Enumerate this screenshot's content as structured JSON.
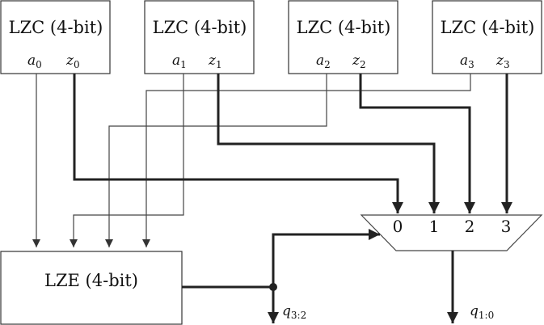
{
  "lzc_blocks": [
    {
      "title": "LZC (4-bit)",
      "a_sym": "a",
      "a_idx": "0",
      "z_sym": "z",
      "z_idx": "0"
    },
    {
      "title": "LZC (4-bit)",
      "a_sym": "a",
      "a_idx": "1",
      "z_sym": "z",
      "z_idx": "1"
    },
    {
      "title": "LZC (4-bit)",
      "a_sym": "a",
      "a_idx": "2",
      "z_sym": "z",
      "z_idx": "2"
    },
    {
      "title": "LZC (4-bit)",
      "a_sym": "a",
      "a_idx": "3",
      "z_sym": "z",
      "z_idx": "3"
    }
  ],
  "lze": {
    "title": "LZE (4-bit)"
  },
  "mux": {
    "inputs": [
      "0",
      "1",
      "2",
      "3"
    ]
  },
  "outputs": {
    "q_high": {
      "sym": "q",
      "idx": "3:2"
    },
    "q_low": {
      "sym": "q",
      "idx": "1:0"
    }
  }
}
